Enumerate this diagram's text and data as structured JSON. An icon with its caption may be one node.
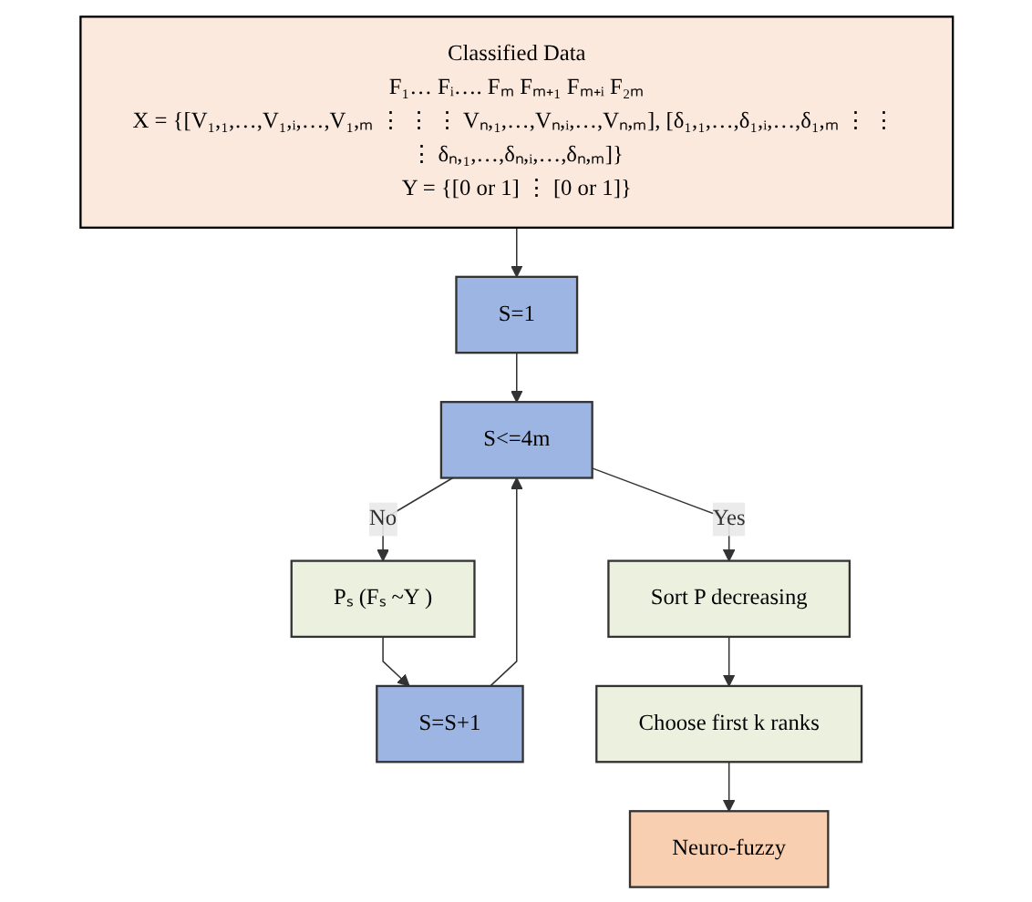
{
  "diagram": {
    "nodes": [
      {
        "text": [
          "Classified Data",
          "F₁… Fᵢ…. Fₘ Fₘ₊₁ Fₘ₊ᵢ F₂ₘ",
          "X = {[V₁,₁,…,V₁,ᵢ,…,V₁,ₘ ⋮ ⋮ ⋮ Vₙ,₁,…,Vₙ,ᵢ,…,Vₙ,ₘ], [δ₁,₁,…,δ₁,ᵢ,…,δ₁,ₘ ⋮ ⋮ ⋮ δₙ,₁,…,δₙ,ᵢ,…,δₙ,ₘ]}",
          "Y = {[0 or 1] ⋮ [0 or 1]}"
        ]
      },
      {
        "text": [
          "S=1"
        ]
      },
      {
        "text": [
          "S<=4m"
        ]
      },
      {
        "text": [
          "Sort P decreasing"
        ]
      },
      {
        "text": [
          "Pₛ (Fₛ ~Y )"
        ]
      },
      {
        "text": [
          "S=S+1"
        ]
      },
      {
        "text": [
          "Choose first k ranks"
        ]
      },
      {
        "text": [
          "Neuro-fuzzy"
        ]
      }
    ],
    "edges": [
      {
        "from": 0,
        "to": 1,
        "arrow": "to"
      },
      {
        "from": 1,
        "to": 2,
        "arrow": "to"
      },
      {
        "from": 2,
        "to": 3,
        "arrow": "to",
        "label": "Yes"
      },
      {
        "from": 2,
        "to": 4,
        "arrow": "to",
        "label": "No"
      },
      {
        "from": 4,
        "to": 5,
        "arrow": "to"
      },
      {
        "from": 5,
        "to": 2,
        "arrow": "to"
      },
      {
        "from": 3,
        "to": 6,
        "arrow": "to"
      },
      {
        "from": 6,
        "to": 7,
        "arrow": "to"
      }
    ]
  }
}
